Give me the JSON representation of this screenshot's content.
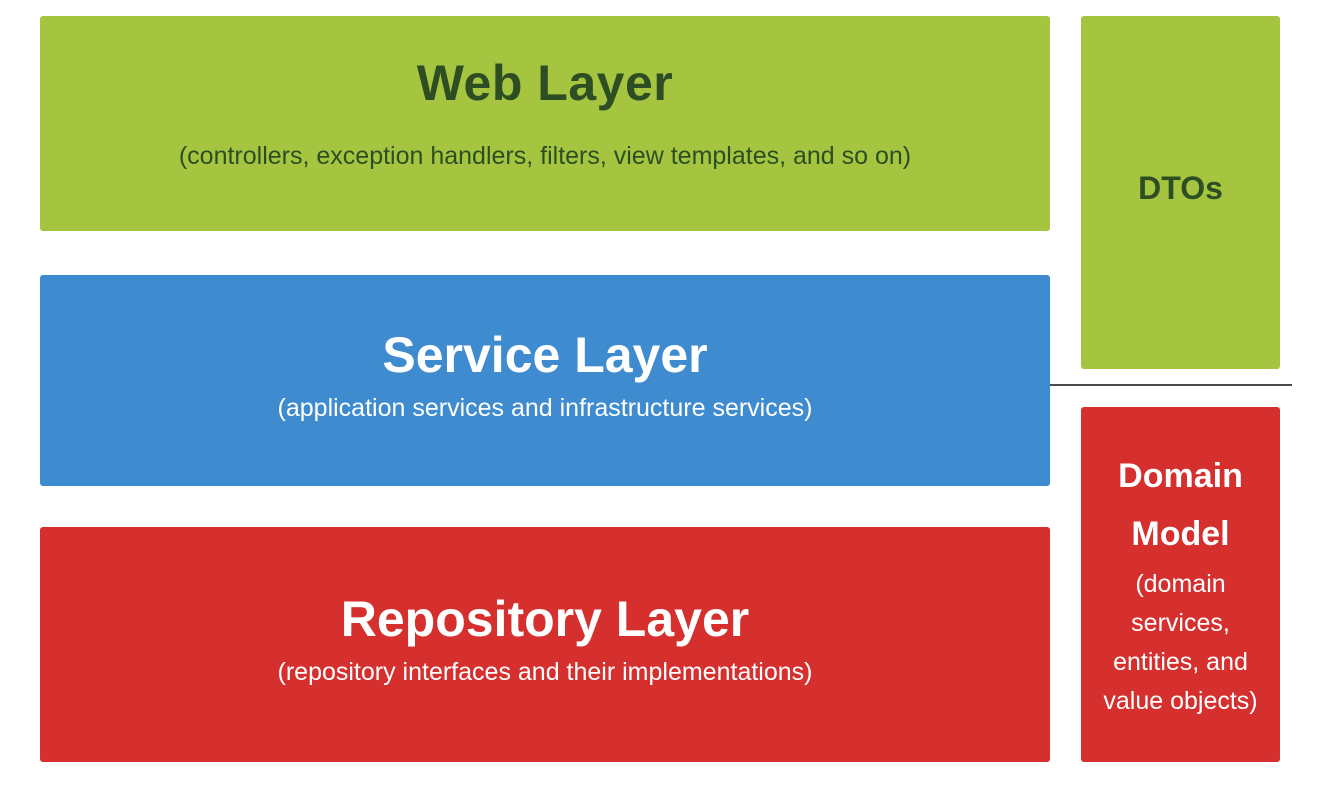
{
  "web_layer": {
    "title": "Web Layer",
    "subtitle": "(controllers, exception handlers, filters, view templates, and so on)",
    "color": "#a5c540"
  },
  "service_layer": {
    "title": "Service Layer",
    "subtitle": "(application services and infrastructure services)",
    "color": "#3e8bcf"
  },
  "repository_layer": {
    "title": "Repository Layer",
    "subtitle": "(repository interfaces and their implementations)",
    "color": "#d52f2e"
  },
  "dtos": {
    "title": "DTOs",
    "color": "#a5c540"
  },
  "domain_model": {
    "title_line1": "Domain",
    "title_line2": "Model",
    "subtitle": "(domain services, entities, and value objects)",
    "color": "#d52f2e"
  }
}
